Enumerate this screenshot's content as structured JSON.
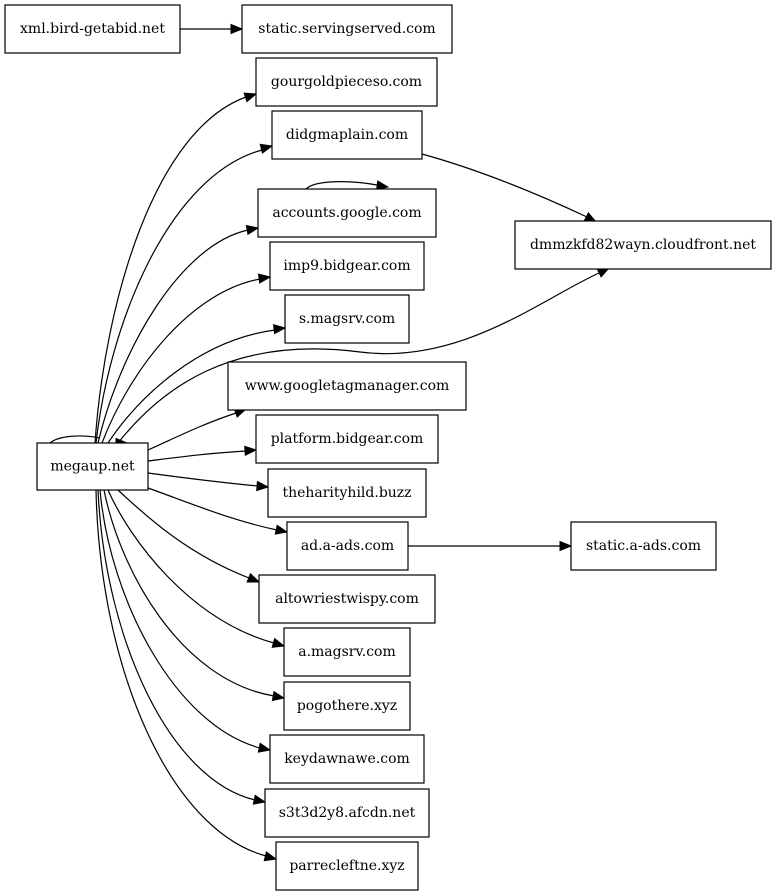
{
  "graph": {
    "nodes": [
      {
        "id": "xml",
        "label": "xml.bird-getabid.net"
      },
      {
        "id": "static_serving",
        "label": "static.servingserved.com"
      },
      {
        "id": "gourgold",
        "label": "gourgoldpieceso.com"
      },
      {
        "id": "didgma",
        "label": "didgmaplain.com"
      },
      {
        "id": "accounts",
        "label": "accounts.google.com"
      },
      {
        "id": "cloudfront",
        "label": "dmmzkfd82wayn.cloudfront.net"
      },
      {
        "id": "imp9",
        "label": "imp9.bidgear.com"
      },
      {
        "id": "smagsrv",
        "label": "s.magsrv.com"
      },
      {
        "id": "gtm",
        "label": "www.googletagmanager.com"
      },
      {
        "id": "megaup",
        "label": "megaup.net"
      },
      {
        "id": "platform",
        "label": "platform.bidgear.com"
      },
      {
        "id": "theharity",
        "label": "theharityhild.buzz"
      },
      {
        "id": "aads",
        "label": "ad.a-ads.com"
      },
      {
        "id": "static_aads",
        "label": "static.a-ads.com"
      },
      {
        "id": "altowriest",
        "label": "altowriestwispy.com"
      },
      {
        "id": "amagsrv",
        "label": "a.magsrv.com"
      },
      {
        "id": "pogothere",
        "label": "pogothere.xyz"
      },
      {
        "id": "keydawnawe",
        "label": "keydawnawe.com"
      },
      {
        "id": "s3t3d2y8",
        "label": "s3t3d2y8.afcdn.net"
      },
      {
        "id": "parrecleftne",
        "label": "parrecleftne.xyz"
      }
    ],
    "edges": [
      {
        "from": "xml",
        "to": "static_serving"
      },
      {
        "from": "megaup",
        "to": "megaup"
      },
      {
        "from": "megaup",
        "to": "gourgold"
      },
      {
        "from": "megaup",
        "to": "didgma"
      },
      {
        "from": "megaup",
        "to": "accounts"
      },
      {
        "from": "megaup",
        "to": "imp9"
      },
      {
        "from": "megaup",
        "to": "smagsrv"
      },
      {
        "from": "megaup",
        "to": "cloudfront"
      },
      {
        "from": "megaup",
        "to": "gtm"
      },
      {
        "from": "megaup",
        "to": "platform"
      },
      {
        "from": "megaup",
        "to": "theharity"
      },
      {
        "from": "megaup",
        "to": "aads"
      },
      {
        "from": "megaup",
        "to": "altowriest"
      },
      {
        "from": "megaup",
        "to": "amagsrv"
      },
      {
        "from": "megaup",
        "to": "pogothere"
      },
      {
        "from": "megaup",
        "to": "keydawnawe"
      },
      {
        "from": "megaup",
        "to": "s3t3d2y8"
      },
      {
        "from": "megaup",
        "to": "parrecleftne"
      },
      {
        "from": "didgma",
        "to": "cloudfront"
      },
      {
        "from": "accounts",
        "to": "accounts"
      },
      {
        "from": "aads",
        "to": "static_aads"
      }
    ]
  }
}
